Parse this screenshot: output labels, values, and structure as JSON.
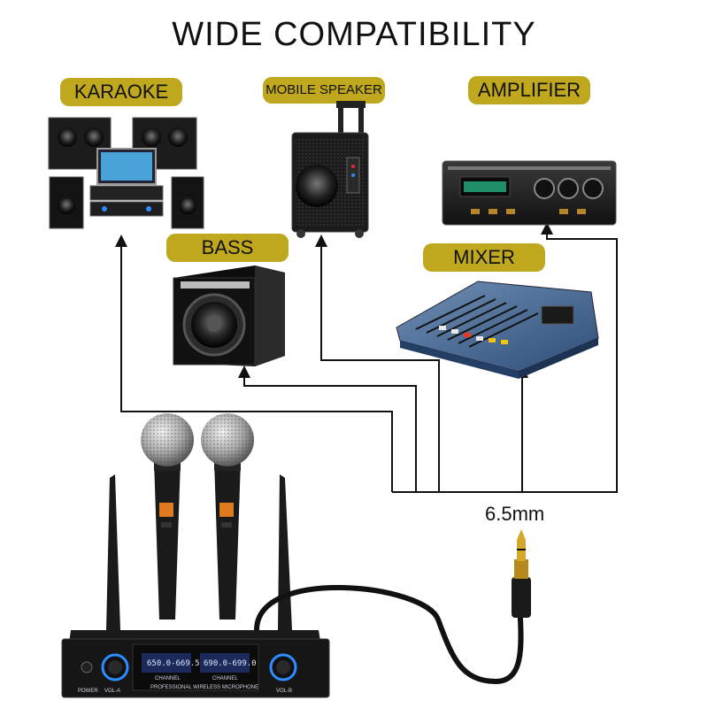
{
  "title": "WIDE COMPATIBILITY",
  "labels": {
    "karaoke": "KARAOKE",
    "mobile_speaker": "MOBILE SPEAKER",
    "amplifier": "AMPLIFIER",
    "bass": "BASS",
    "mixer": "MIXER"
  },
  "connector_label": "6.5mm",
  "receiver": {
    "power_label": "POWER",
    "vol_a_label": "VOL-A",
    "vol_b_label": "VOL-B",
    "brand_text": "PROFESSIONAL WIRELESS MICROPHONE",
    "freq_a": "650.0-669.5",
    "freq_b": "690.0-699.0",
    "channel_label": "CHANNEL"
  },
  "colors": {
    "tag_bg": "#bfa81e",
    "line": "#111111"
  }
}
